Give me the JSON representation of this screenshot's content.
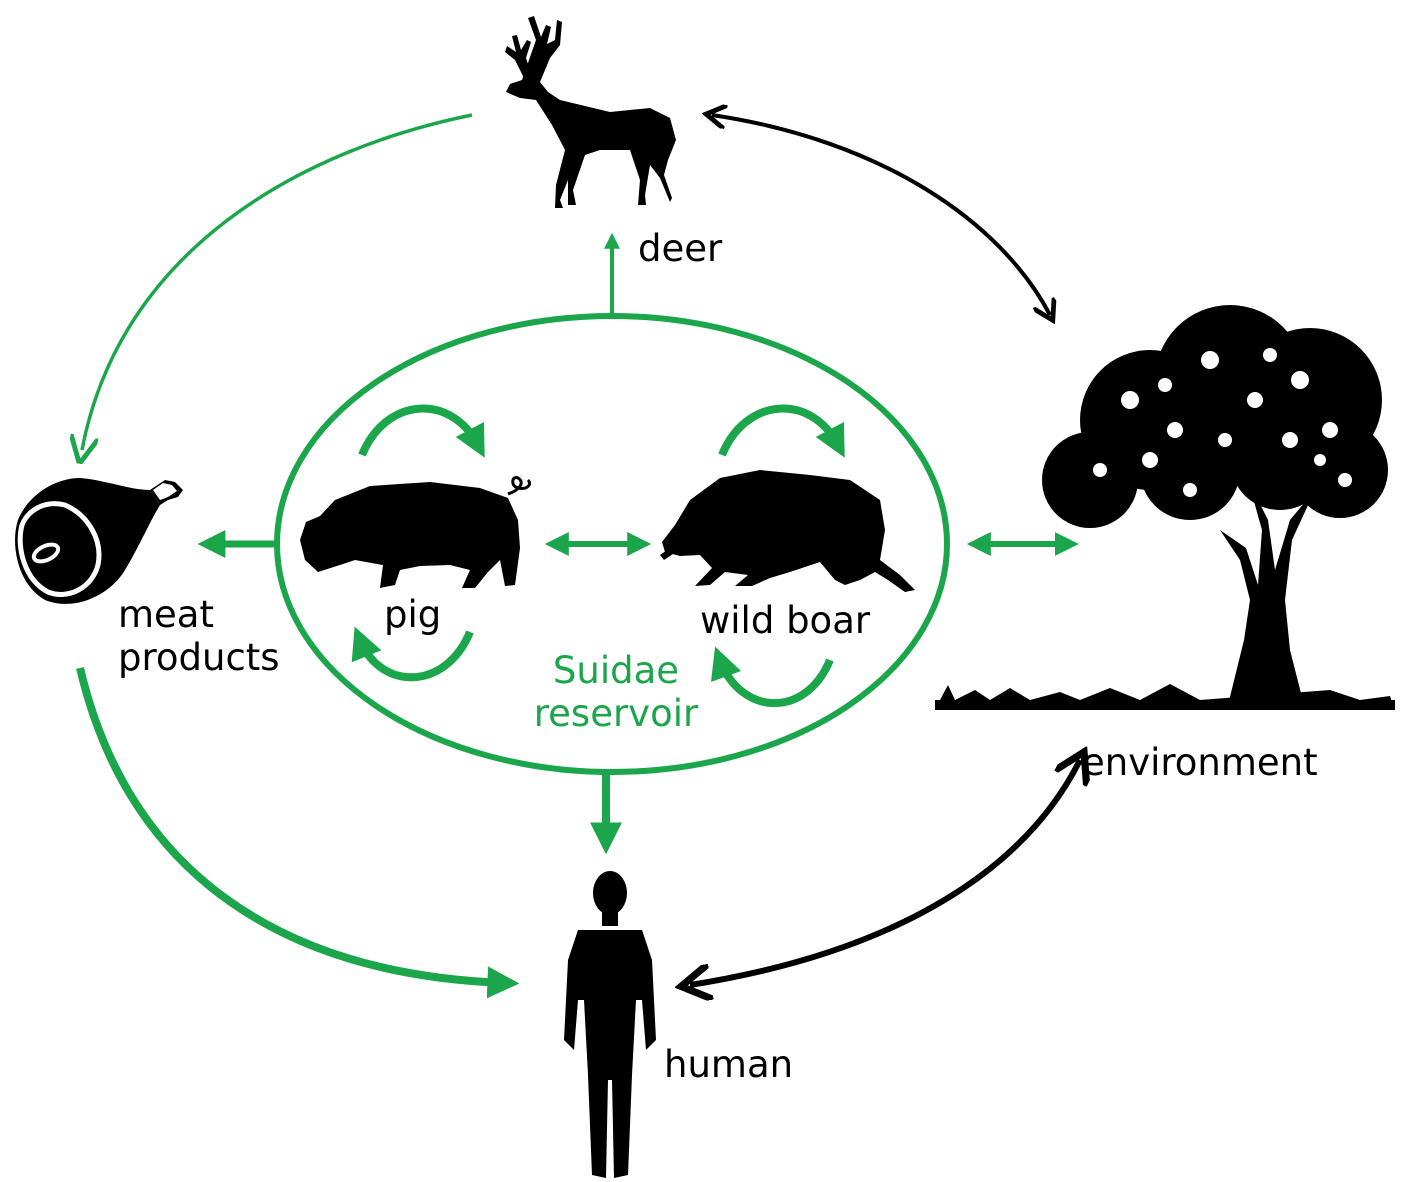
{
  "labels": {
    "deer": "deer",
    "meat_line1": "meat",
    "meat_line2": "products",
    "pig": "pig",
    "wild_boar": "wild boar",
    "reservoir_line1": "Suidae",
    "reservoir_line2": "reservoir",
    "environment": "environment",
    "human": "human"
  },
  "icons": [
    "deer-icon",
    "ham-icon",
    "pig-icon",
    "wild-boar-icon",
    "tree-icon",
    "human-icon"
  ],
  "colors": {
    "green": "#1ca64c",
    "black": "#000000",
    "label_green": "#1ca64c"
  }
}
